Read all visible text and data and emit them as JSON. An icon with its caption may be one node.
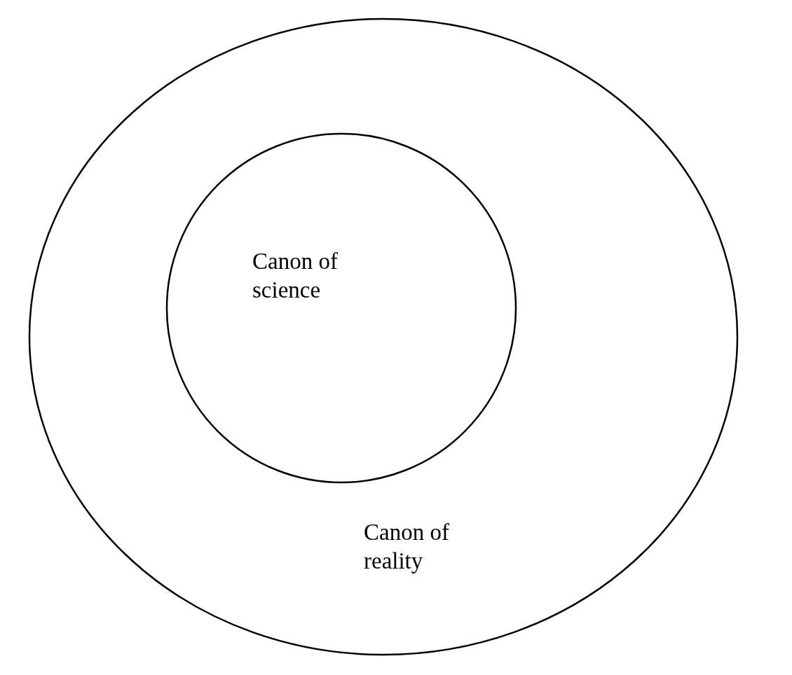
{
  "diagram": {
    "nodes": [
      {
        "text": [
          "Canon of reality"
        ]
      },
      {
        "text": [
          "Canon of science"
        ],
        "in": 0
      }
    ]
  }
}
